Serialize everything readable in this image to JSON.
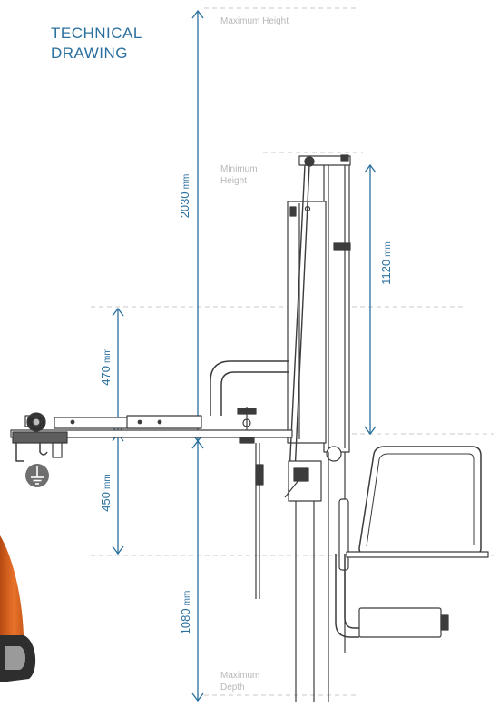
{
  "title": {
    "line1": "TECHNICAL",
    "line2": "DRAWING"
  },
  "references": {
    "max_height": "Maximum Height",
    "min_height_line1": "Minimum",
    "min_height_line2": "Height",
    "max_depth_line1": "Maximum",
    "max_depth_line2": "Depth"
  },
  "dimensions": {
    "total_height": {
      "value": "2030",
      "unit": "mm"
    },
    "lift_range": {
      "value": "1120",
      "unit": "mm"
    },
    "upper_arm": {
      "value": "470",
      "unit": "mm"
    },
    "lower_arm": {
      "value": "450",
      "unit": "mm"
    },
    "depth": {
      "value": "1080",
      "unit": "mm"
    }
  },
  "colors": {
    "accent": "#2a6f9e",
    "line": "#3c3c3c",
    "reference": "#b8b8b8",
    "ground_badge": "#6f6f6f",
    "orange": "#e0641e"
  },
  "icons": {
    "ground": "ground-symbol-icon"
  }
}
